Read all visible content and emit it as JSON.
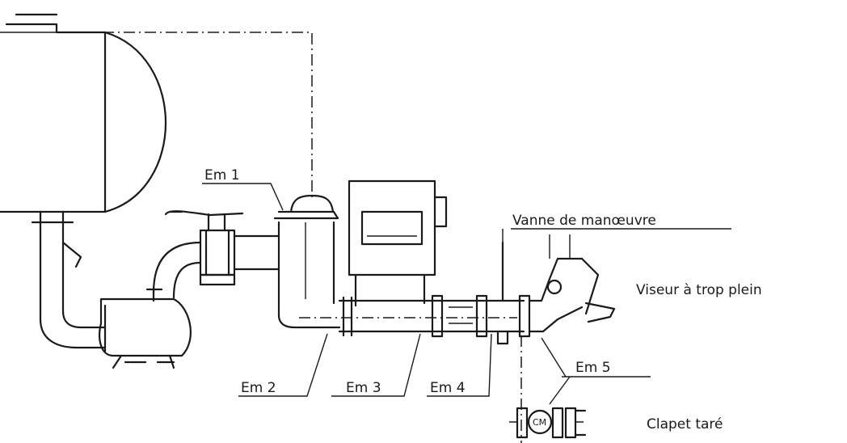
{
  "labels": {
    "em1": "Em 1",
    "em2": "Em 2",
    "em3": "Em 3",
    "em4": "Em 4",
    "em5": "Em 5",
    "vanne": "Vanne de manœuvre",
    "viseur": "Viseur à trop plein",
    "clapet": "Clapet taré",
    "cm": "CM"
  }
}
